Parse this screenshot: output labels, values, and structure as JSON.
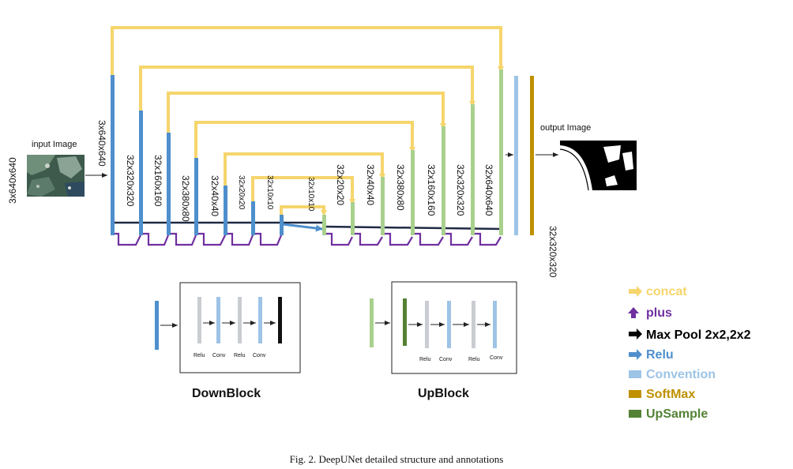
{
  "input": {
    "title": "input Image",
    "size": "3x640x640"
  },
  "output": {
    "title": "output Image",
    "size": "32x320x320"
  },
  "encoder": {
    "sizes": [
      "3x640x640",
      "32x320x320",
      "32x160x160",
      "32x380x80",
      "32x40x40",
      "32x20x20",
      "32x10x10"
    ]
  },
  "decoder": {
    "sizes": [
      "32x10x10",
      "32x20x20",
      "32x40x40",
      "32x380x80",
      "32x160x160",
      "32x320x320",
      "32x640x640"
    ]
  },
  "downblock": {
    "title": "DownBlock",
    "ops": [
      "Relu",
      "Conv",
      "Relu",
      "Conv"
    ]
  },
  "upblock": {
    "title": "UpBlock",
    "ops": [
      "Relu",
      "Conv",
      "Relu",
      "Conv"
    ]
  },
  "legend": {
    "items": [
      {
        "label": "concat",
        "color": "#f6d56c"
      },
      {
        "label": "plus",
        "color": "#7030a0"
      },
      {
        "label": "Max Pool 2x2,2x2",
        "color": "#000000"
      },
      {
        "label": "Relu",
        "color": "#4e8fcc"
      },
      {
        "label": "Convention",
        "color": "#9dc3e6"
      },
      {
        "label": "SoftMax",
        "color": "#bf9000"
      },
      {
        "label": "UpSample",
        "color": "#548235"
      }
    ]
  },
  "caption": "Fig. 2.  DeepUNet detailed structure and annotations",
  "colors": {
    "encoder": "#4e8fcc",
    "decoder": "#a9d18e",
    "conv": "#9dc3e6",
    "softmax": "#bf9000",
    "concat": "#f6d56c",
    "plus": "#7030a0",
    "maxpool": "#1f2a44",
    "relu_gray": "#c9ccd1",
    "upsample": "#548235"
  }
}
